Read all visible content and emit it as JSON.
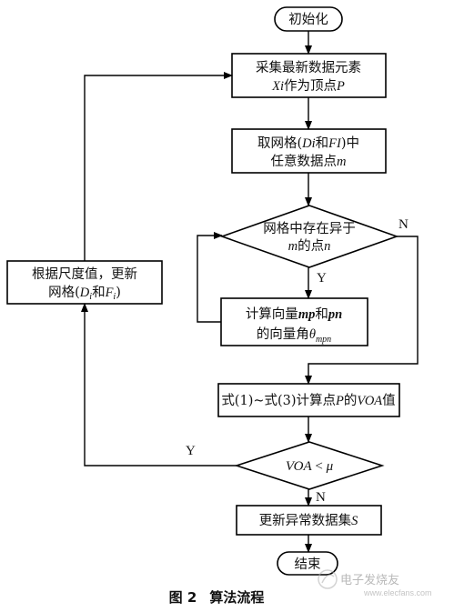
{
  "nodes": {
    "start": "初始化",
    "collect_l1": "采集最新数据元素",
    "collect_l2_var": "Xi",
    "collect_l2_mid": "作为顶点",
    "collect_l2_P": "P",
    "grid_l1_a": "取网格(",
    "grid_l1_D": "Di",
    "grid_l1_and": "和",
    "grid_l1_F": "FI",
    "grid_l1_b": ")中",
    "grid_l2_a": "任意数据点",
    "grid_l2_m": "m",
    "dec1_l1": "网格中存在异于",
    "dec1_l2_m": "m",
    "dec1_l2_mid": "的点",
    "dec1_l2_n": "n",
    "vec_l1_a": "计算向量",
    "vec_l1_mp": "mp",
    "vec_l1_and": "和",
    "vec_l1_pn": "pn",
    "vec_l2_a": "的向量角",
    "vec_l2_theta": "θ",
    "vec_l2_sub": "mpn",
    "formula_a": "式(1)~式(3)计算点",
    "formula_P": "P",
    "formula_mid": "的",
    "formula_VOA": "VOA",
    "formula_b": "值",
    "dec2_VOA": "VOA",
    "dec2_lt": " < ",
    "dec2_mu": "μ",
    "update_a": "更新异常数据集",
    "update_S": "S",
    "end": "结束",
    "left_l1": "根据尺度值，更新",
    "left_l2_a": "网格(",
    "left_l2_D": "D",
    "left_l2_Dsub": "i",
    "left_l2_and": "和",
    "left_l2_F": "F",
    "left_l2_Fsub": "i",
    "left_l2_b": ")"
  },
  "edge_labels": {
    "dec1_yes": "Y",
    "dec1_no": "N",
    "dec2_yes": "Y",
    "dec2_no": "N"
  },
  "caption": {
    "fig": "图 2",
    "title": "算法流程"
  },
  "watermark": {
    "cn": "电子发烧友",
    "url": "www.elecfans.com"
  }
}
